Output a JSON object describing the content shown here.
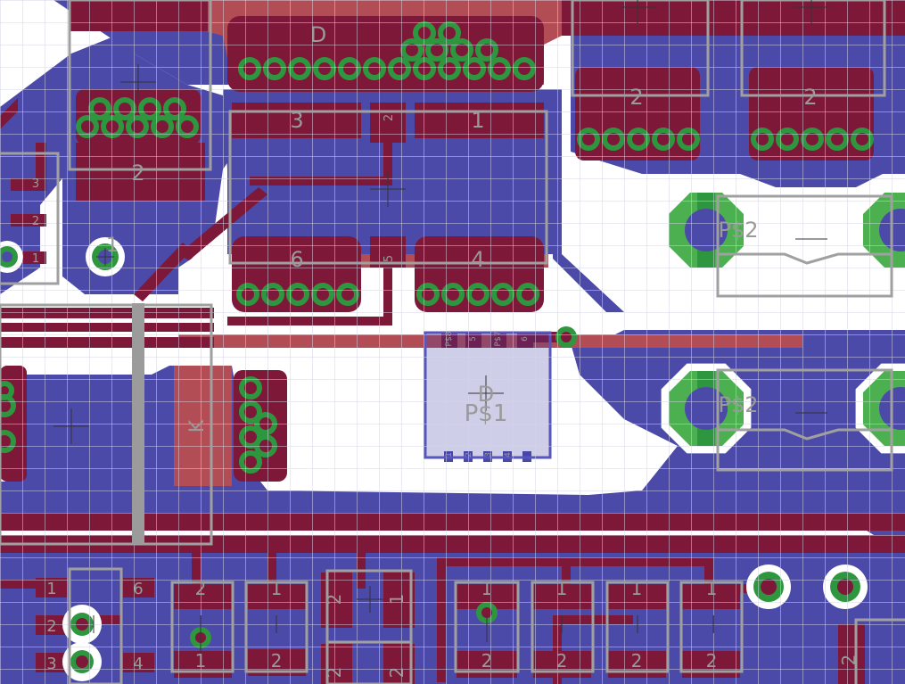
{
  "colors": {
    "background": "#ffffff",
    "grid": "#d4d4e6",
    "top_copper": "#7d1838",
    "bottom_copper_pour": "#4b4aa8",
    "top_copper_pour": "#b24c55",
    "via_ring": "#2f9640",
    "pad_green": "#4caf50",
    "silkscreen": "#a0a0a0",
    "dark_package": "#3a3aa8"
  },
  "components": {
    "top_header": {
      "label": "D"
    },
    "block_left": {
      "label": "2"
    },
    "relay": {
      "pin1": "1",
      "pin2": "2",
      "pin3": "3",
      "pin4": "4",
      "pin5": "5",
      "pin6": "6"
    },
    "header_right_a": {
      "label": "2"
    },
    "header_right_b": {
      "label": "2"
    },
    "connector_left": {
      "pin1": "1",
      "pin2": "2",
      "pin3": "3"
    },
    "terminal_ps2_a": {
      "label": "P$2"
    },
    "terminal_ps2_b": {
      "label": "P$2"
    },
    "chip": {
      "name": "D",
      "pad_label": "P$1",
      "pins_top": [
        "P$8",
        "5",
        "P$7",
        "6"
      ],
      "pins_bottom": [
        "1",
        "2",
        "3",
        "4"
      ]
    },
    "via_label": "1",
    "k_block": {
      "label": "K"
    },
    "opto": {
      "pins": [
        "1",
        "6",
        "2",
        "3",
        "4"
      ]
    },
    "smd_parts": [
      {
        "a": "2",
        "b": "1"
      },
      {
        "a": "1",
        "b": "2"
      },
      {
        "a": "2",
        "b": "1"
      },
      {
        "a": "1",
        "b": "2"
      },
      {
        "a": "1",
        "b": "2"
      },
      {
        "a": "1",
        "b": "2"
      },
      {
        "a": "1",
        "b": "2"
      }
    ],
    "bottom_left_small": {
      "a": "2",
      "b": "2"
    },
    "right_edge_part": {
      "label": "2"
    }
  }
}
